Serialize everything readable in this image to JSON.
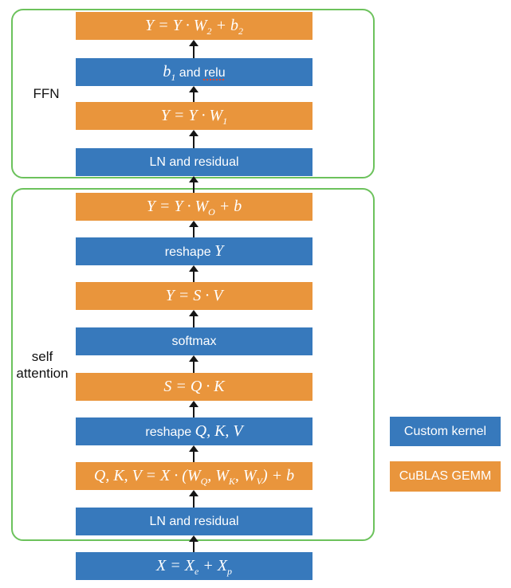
{
  "diagram": {
    "title_none_visible": "",
    "groups": {
      "ffn": {
        "label": "FFN"
      },
      "attention": {
        "label": "self attention"
      }
    },
    "boxes": [
      {
        "id": "ffn-linear2",
        "type": "gemm",
        "segments": [
          {
            "text": "Y = Y · W_{2} + b_{2}",
            "style": "math"
          }
        ]
      },
      {
        "id": "bias1-relu",
        "type": "kernel",
        "segments": [
          {
            "text": "b_{1}",
            "style": "math"
          },
          {
            "text": " and ",
            "style": "plain"
          },
          {
            "text": "relu",
            "style": "misspelled"
          }
        ]
      },
      {
        "id": "ffn-linear1",
        "type": "gemm",
        "segments": [
          {
            "text": "Y = Y · W_{1}",
            "style": "math"
          }
        ]
      },
      {
        "id": "ffn-ln-residual",
        "type": "kernel",
        "segments": [
          {
            "text": "LN and residual",
            "style": "plain"
          }
        ]
      },
      {
        "id": "attn-out-proj",
        "type": "gemm",
        "segments": [
          {
            "text": "Y = Y · W_{O} + b",
            "style": "math"
          }
        ]
      },
      {
        "id": "reshape-y",
        "type": "kernel",
        "segments": [
          {
            "text": "reshape ",
            "style": "plain"
          },
          {
            "text": "Y",
            "style": "math"
          }
        ]
      },
      {
        "id": "attn-context",
        "type": "gemm",
        "segments": [
          {
            "text": "Y = S · V",
            "style": "math"
          }
        ]
      },
      {
        "id": "softmax",
        "type": "kernel",
        "segments": [
          {
            "text": "softmax",
            "style": "plain"
          }
        ]
      },
      {
        "id": "attn-scores",
        "type": "gemm",
        "segments": [
          {
            "text": "S = Q · K",
            "style": "math"
          }
        ]
      },
      {
        "id": "reshape-qkv",
        "type": "kernel",
        "segments": [
          {
            "text": "reshape ",
            "style": "plain"
          },
          {
            "text": "Q, K, V",
            "style": "math"
          }
        ]
      },
      {
        "id": "qkv-projection",
        "type": "gemm",
        "segments": [
          {
            "text": "Q, K, V = X · (W_{Q}, W_{K}, W_{V}) + b",
            "style": "math"
          }
        ]
      },
      {
        "id": "attn-ln-residual",
        "type": "kernel",
        "segments": [
          {
            "text": "LN and residual",
            "style": "plain"
          }
        ]
      },
      {
        "id": "input-embedding",
        "type": "kernel",
        "segments": [
          {
            "text": "X = X_{e} + X_{p}",
            "style": "math"
          }
        ]
      }
    ],
    "legend": [
      {
        "id": "custom-kernel",
        "type": "kernel",
        "label": "Custom kernel"
      },
      {
        "id": "cublas-gemm",
        "type": "gemm",
        "label": "CuBLAS GEMM"
      }
    ],
    "colors": {
      "kernel_blue": "#3779BC",
      "gemm_orange": "#E9953C",
      "group_border_green": "#6CC25C",
      "box_text_white": "#FFFFFF",
      "label_black": "#111111",
      "arrow_black": "#161616",
      "misspell_red": "#E0482E"
    }
  }
}
